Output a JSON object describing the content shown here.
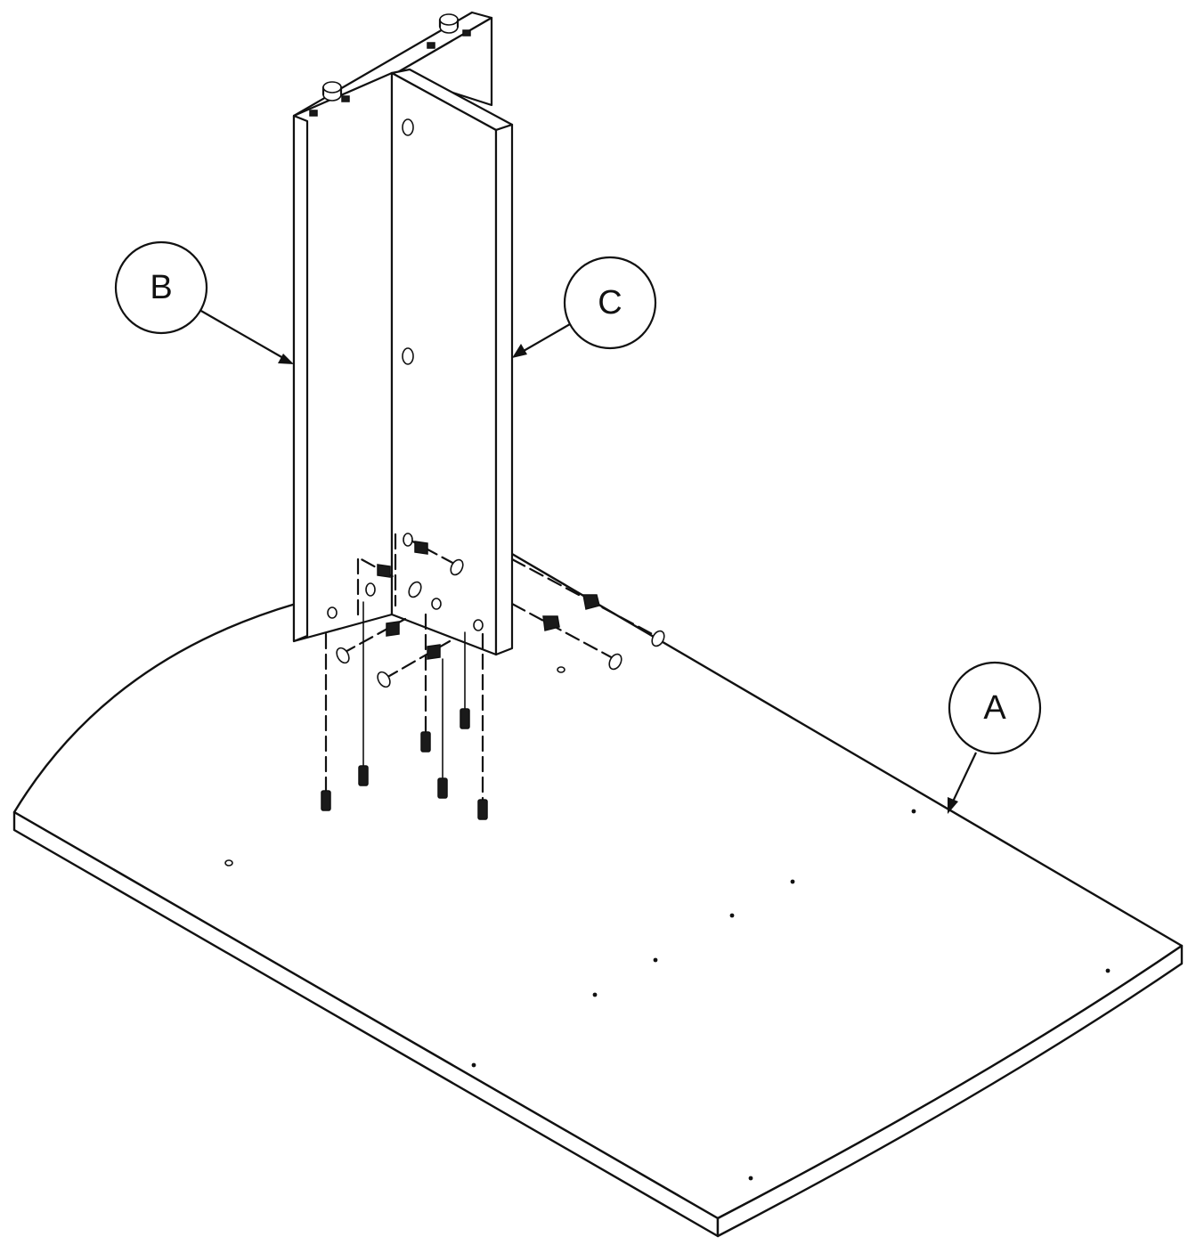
{
  "callouts": {
    "a": "A",
    "b": "B",
    "c": "C"
  },
  "parts": {
    "a": "board-a",
    "b": "board-b",
    "c": "board-c"
  }
}
